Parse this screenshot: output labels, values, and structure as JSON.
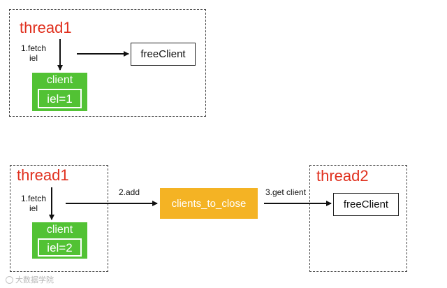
{
  "top_panel": {
    "thread_label": "thread1",
    "step_label": "1.fetch\niel",
    "client": {
      "title": "client",
      "value": "iel=1"
    },
    "free_client": "freeClient"
  },
  "bottom_panel": {
    "left": {
      "thread_label": "thread1",
      "step_label": "1.fetch\niel",
      "client": {
        "title": "client",
        "value": "iel=2"
      }
    },
    "add_label": "2.add",
    "queue_label": "clients_to_close",
    "get_label": "3.get client",
    "right": {
      "thread_label": "thread2",
      "free_client": "freeClient"
    }
  },
  "watermark": "大数据学院",
  "colors": {
    "thread_label": "#e0301e",
    "client_box": "#52c234",
    "queue_box": "#f4b324"
  }
}
